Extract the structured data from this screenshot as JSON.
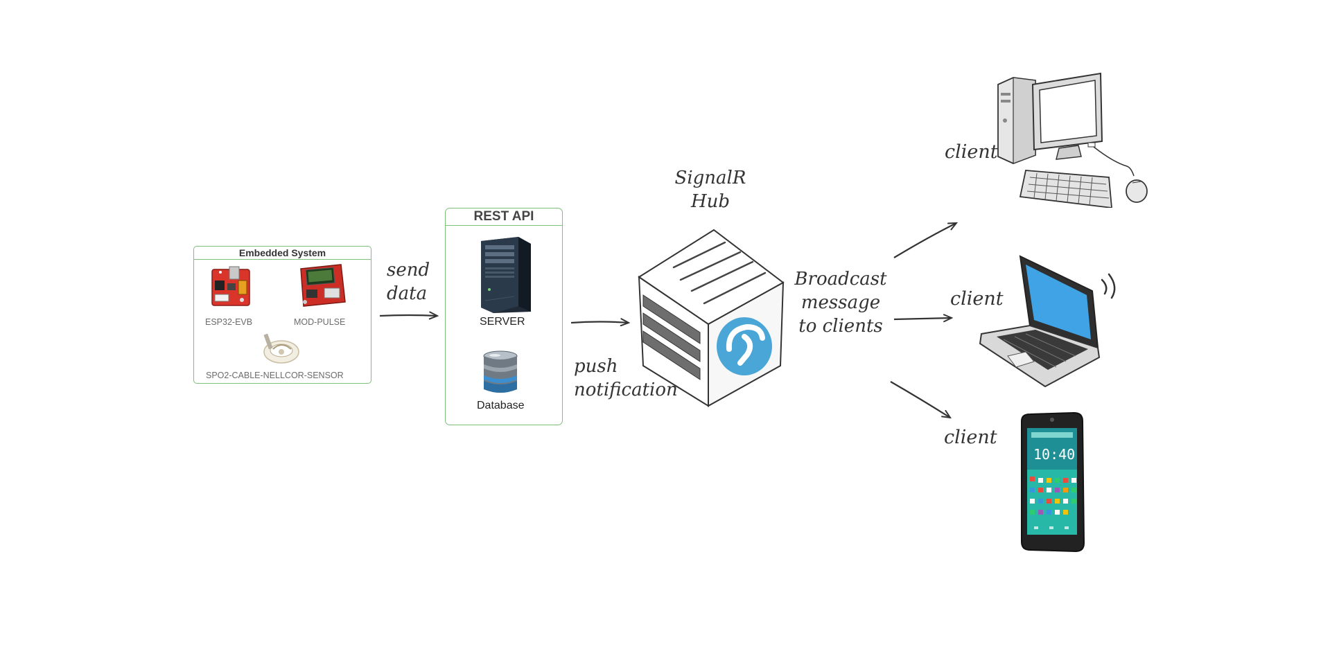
{
  "embedded_system": {
    "title": "Embedded System",
    "boards": {
      "esp32": "ESP32-EVB",
      "mod_pulse": "MOD-PULSE",
      "sensor": "SPO2-CABLE-NELLCOR-SENSOR"
    }
  },
  "arrows": {
    "send_line1": "send",
    "send_line2": "data",
    "push_line1": "push",
    "push_line2": "notification",
    "broadcast_line1": "Broadcast",
    "broadcast_line2": "message",
    "broadcast_line3": "to clients"
  },
  "rest_api": {
    "title": "REST API",
    "server_label": "SERVER",
    "database_label": "Database"
  },
  "hub": {
    "line1": "SignalR",
    "line2": "Hub"
  },
  "clients": {
    "desktop": "client",
    "laptop": "client",
    "phone": "client"
  },
  "phone_time": "10:40",
  "colors": {
    "box_border": "#7cc07a",
    "board_red": "#d9352b",
    "signalr_blue": "#4aa6d6",
    "laptop_screen": "#3fa3e6",
    "phone_screen": "#27b8a8",
    "server_dark": "#1f2a36",
    "db_blue": "#3b8fd0"
  }
}
